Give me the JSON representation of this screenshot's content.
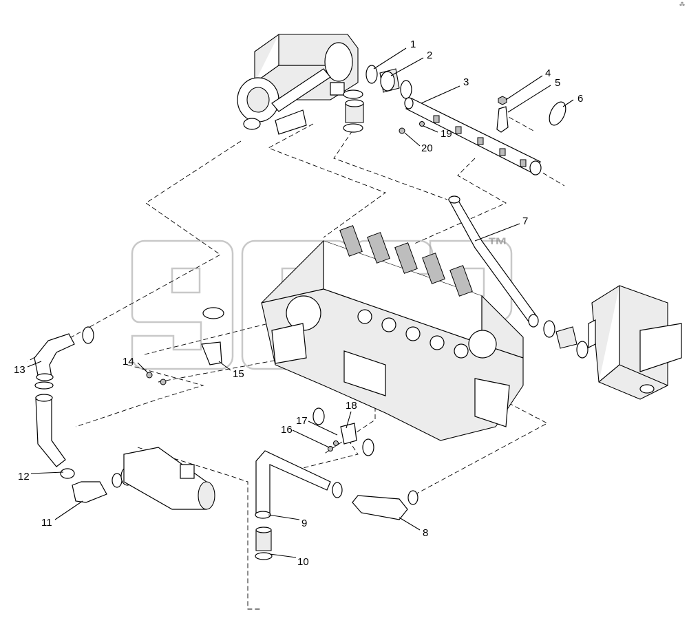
{
  "diagram": {
    "callouts": [
      {
        "id": "1",
        "label": "1"
      },
      {
        "id": "2",
        "label": "2"
      },
      {
        "id": "3",
        "label": "3"
      },
      {
        "id": "4",
        "label": "4"
      },
      {
        "id": "5",
        "label": "5"
      },
      {
        "id": "6",
        "label": "6"
      },
      {
        "id": "7",
        "label": "7"
      },
      {
        "id": "8",
        "label": "8"
      },
      {
        "id": "9",
        "label": "9"
      },
      {
        "id": "10",
        "label": "10"
      },
      {
        "id": "11",
        "label": "11"
      },
      {
        "id": "12",
        "label": "12"
      },
      {
        "id": "13",
        "label": "13"
      },
      {
        "id": "14",
        "label": "14"
      },
      {
        "id": "15",
        "label": "15"
      },
      {
        "id": "16",
        "label": "16"
      },
      {
        "id": "17",
        "label": "17"
      },
      {
        "id": "18",
        "label": "18"
      },
      {
        "id": "19",
        "label": "19"
      },
      {
        "id": "20",
        "label": "20"
      }
    ],
    "watermark_tm": "™",
    "corner_mark": "⁂"
  }
}
